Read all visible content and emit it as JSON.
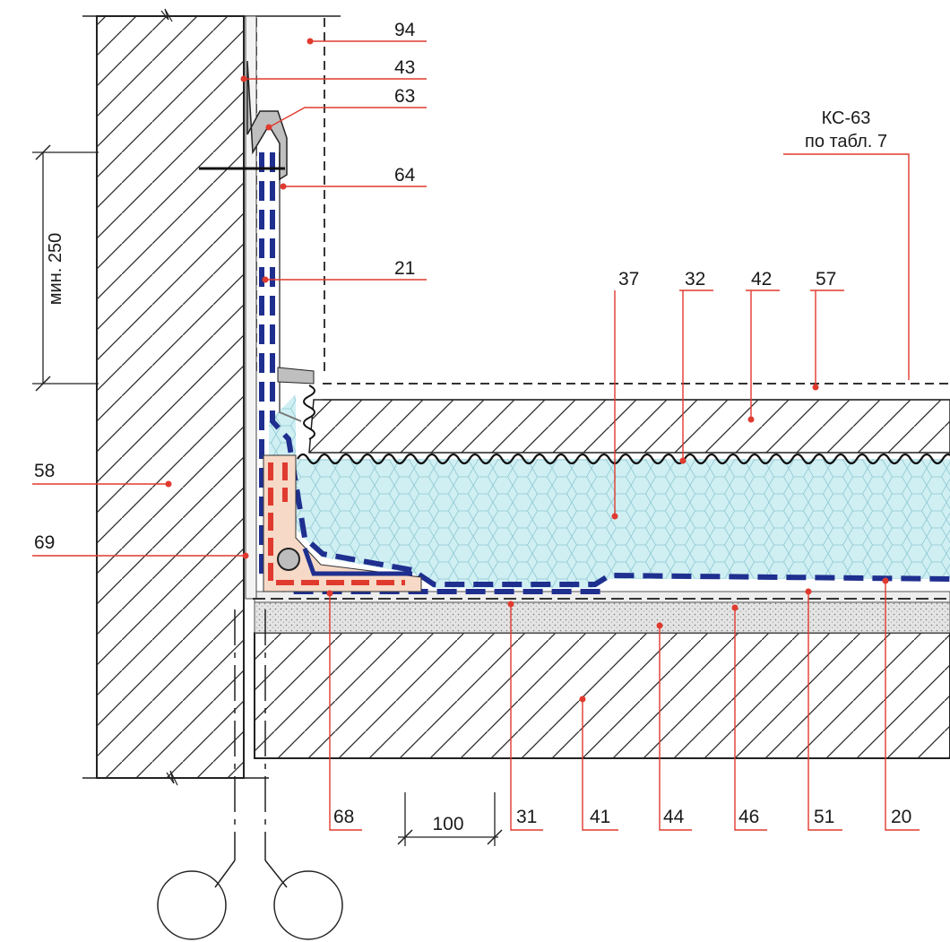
{
  "colors": {
    "leader": "#e03a2f",
    "insulation": "#cfeff3",
    "membrane": "#1f2f8f",
    "hatch": "#2a2a2a",
    "screed": "#d9d9d9",
    "fillet": "#f6d9c6"
  },
  "callouts": {
    "c94": "94",
    "c43": "43",
    "c63": "63",
    "c64": "64",
    "c21": "21",
    "c58": "58",
    "c69": "69",
    "c37": "37",
    "c32": "32",
    "c42": "42",
    "c57": "57",
    "c68": "68",
    "c31": "31",
    "c41": "41",
    "c44": "44",
    "c46": "46",
    "c51": "51",
    "c20": "20"
  },
  "ks_note": {
    "line1": "КС-63",
    "line2": "по табл. 7"
  },
  "dimensions": {
    "min_height": "мин. 250",
    "width": "100"
  }
}
